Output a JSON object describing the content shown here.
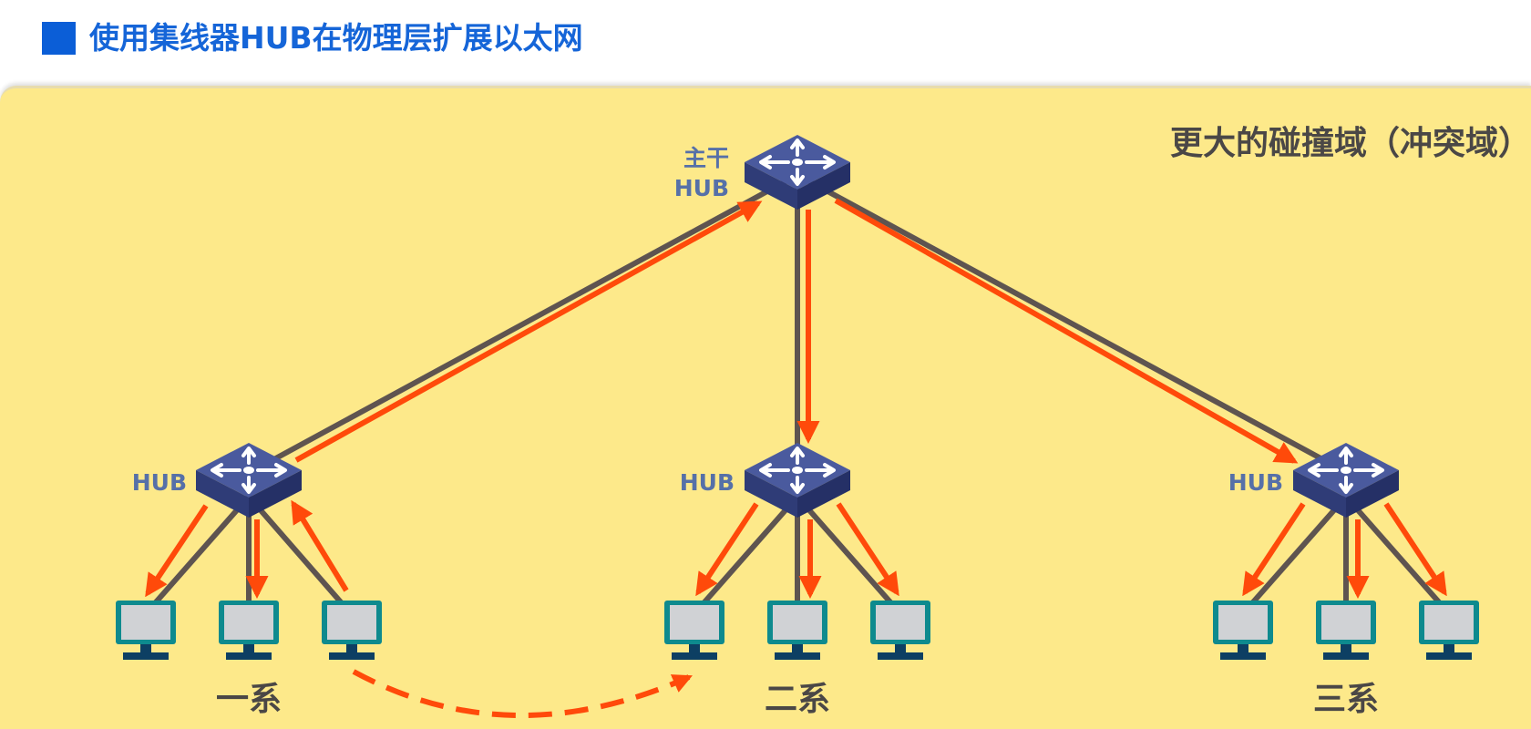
{
  "header": {
    "title": "使用集线器HUB在物理层扩展以太网"
  },
  "diagram": {
    "domain_label": "更大的碰撞域（冲突域）",
    "backbone_hub_label_line1": "主干",
    "backbone_hub_label_line2": "HUB",
    "hub_labels": [
      "HUB",
      "HUB",
      "HUB"
    ],
    "departments": [
      "一系",
      "二系",
      "三系"
    ]
  },
  "colors": {
    "title": "#1565d8",
    "panel_background": "#fde98a",
    "cable": "#5e5450",
    "signal_arrow": "#ff4a0a",
    "hub_top": "#4a5a9e",
    "hub_side": "#2f3c77",
    "monitor_screen": "#d0d2d5",
    "monitor_frame": "#0e8a8e",
    "label_gray": "#4a4746",
    "hub_label_blue": "#5670a8"
  },
  "icons": [
    "hub-icon",
    "computer-icon",
    "square-bullet-icon"
  ]
}
